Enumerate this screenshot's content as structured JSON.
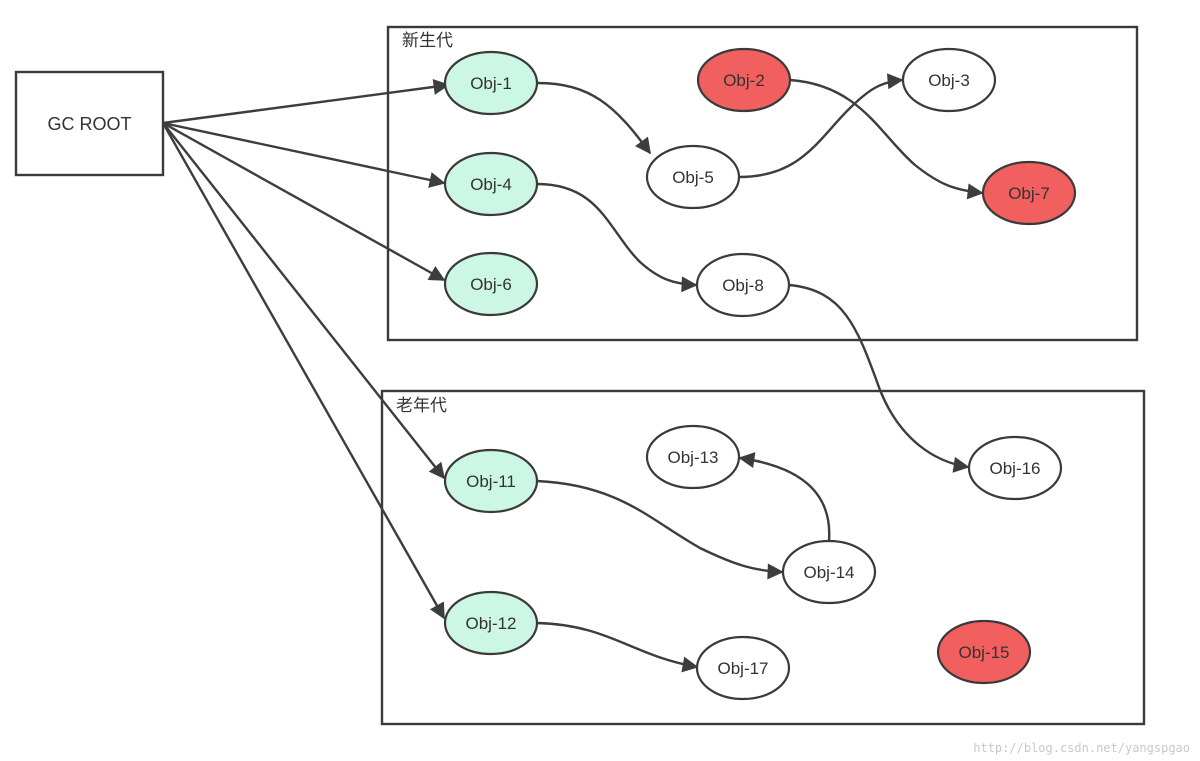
{
  "regions": [
    {
      "id": "young",
      "label": "新生代"
    },
    {
      "id": "old",
      "label": "老年代"
    }
  ],
  "root": {
    "label": "GC ROOT"
  },
  "colors": {
    "reachable": "#ccf7e4",
    "unreachable": "#f25f5f",
    "neutral": "#ffffff",
    "stroke": "#3a3a3a"
  },
  "nodes": [
    {
      "id": "obj1",
      "label": "Obj-1",
      "status": "reachable",
      "region": "young"
    },
    {
      "id": "obj2",
      "label": "Obj-2",
      "status": "unreachable",
      "region": "young"
    },
    {
      "id": "obj3",
      "label": "Obj-3",
      "status": "neutral",
      "region": "young"
    },
    {
      "id": "obj4",
      "label": "Obj-4",
      "status": "reachable",
      "region": "young"
    },
    {
      "id": "obj5",
      "label": "Obj-5",
      "status": "neutral",
      "region": "young"
    },
    {
      "id": "obj6",
      "label": "Obj-6",
      "status": "reachable",
      "region": "young"
    },
    {
      "id": "obj7",
      "label": "Obj-7",
      "status": "unreachable",
      "region": "young"
    },
    {
      "id": "obj8",
      "label": "Obj-8",
      "status": "neutral",
      "region": "young"
    },
    {
      "id": "obj11",
      "label": "Obj-11",
      "status": "reachable",
      "region": "old"
    },
    {
      "id": "obj12",
      "label": "Obj-12",
      "status": "reachable",
      "region": "old"
    },
    {
      "id": "obj13",
      "label": "Obj-13",
      "status": "neutral",
      "region": "old"
    },
    {
      "id": "obj14",
      "label": "Obj-14",
      "status": "neutral",
      "region": "old"
    },
    {
      "id": "obj15",
      "label": "Obj-15",
      "status": "unreachable",
      "region": "old"
    },
    {
      "id": "obj16",
      "label": "Obj-16",
      "status": "neutral",
      "region": "old"
    },
    {
      "id": "obj17",
      "label": "Obj-17",
      "status": "neutral",
      "region": "old"
    }
  ],
  "edges": [
    {
      "from": "root",
      "to": "obj1"
    },
    {
      "from": "root",
      "to": "obj4"
    },
    {
      "from": "root",
      "to": "obj6"
    },
    {
      "from": "root",
      "to": "obj11"
    },
    {
      "from": "root",
      "to": "obj12"
    },
    {
      "from": "obj1",
      "to": "obj5"
    },
    {
      "from": "obj5",
      "to": "obj3"
    },
    {
      "from": "obj2",
      "to": "obj7"
    },
    {
      "from": "obj4",
      "to": "obj8"
    },
    {
      "from": "obj8",
      "to": "obj16"
    },
    {
      "from": "obj11",
      "to": "obj14"
    },
    {
      "from": "obj14",
      "to": "obj13"
    },
    {
      "from": "obj12",
      "to": "obj17"
    }
  ],
  "watermark": "http://blog.csdn.net/yangspgao"
}
